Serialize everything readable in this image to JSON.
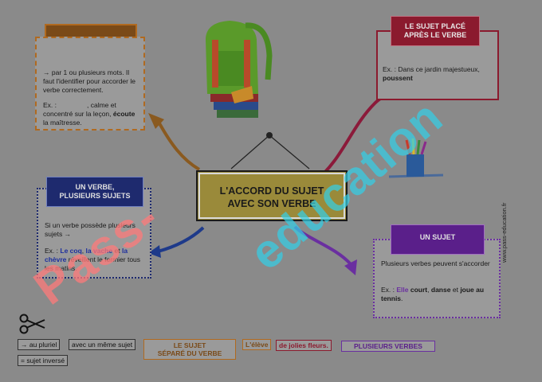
{
  "main_title": {
    "line1": "L'ACCORD DU SUJET",
    "line2": "AVEC SON VERBE"
  },
  "top_left_box": {
    "p1": "→ par 1 ou plusieurs mots. Il faut l'identifier pour accorder le verbe correctement.",
    "p2_start": "Ex. :",
    "p2_mid": ", calme et concentré sur la leçon,",
    "p2_verb": "écoute",
    "p2_end": "la maîtresse."
  },
  "top_right_box": {
    "title_line1": "LE SUJET PLACÉ",
    "title_line2": "APRÈS LE VERBE",
    "ex": "Ex. : Dans ce jardin majestueux,",
    "verb": "poussent"
  },
  "left_box": {
    "title_line1": "UN VERBE,",
    "title_line2": "PLUSIEURS SUJETS",
    "p1": "Si un verbe possède plusieurs sujets →",
    "ex": "Ex. :",
    "s1": "Le coq",
    "sep1": ",",
    "s2": "la vache",
    "sep2": "et",
    "s3": "la chèvre",
    "rest": "réveillent le fermier tous les matins."
  },
  "right_box": {
    "title": "UN SUJET",
    "p1": "Plusieurs verbes peuvent s'accorder",
    "ex": "Ex. :",
    "subject": "Elle",
    "v1": "court",
    "sep": ",",
    "v2": "danse",
    "sep2": "et",
    "v3": "joue",
    "rest": "au tennis",
    "end": "."
  },
  "watermark": {
    "left": "Pass-",
    "right": "education"
  },
  "side_url": "www.pass-education.fr",
  "chips": {
    "au_pluriel": "→ au pluriel",
    "avec_meme_sujet": "avec un même sujet",
    "sujet_inverse": "= sujet inversé",
    "sujet_separe_l1": "LE SUJET",
    "sujet_separe_l2": "SÉPARÉ DU VERBE",
    "leleve": "L'élève",
    "jolies_fleurs": "de jolies fleurs.",
    "plusieurs_verbes": "PLUSIEURS VERBES"
  },
  "colors": {
    "top_left_title": "#7a4a18",
    "top_right_title": "#8b1a2e",
    "left_title": "#1e2a6e",
    "right_title": "#5a1f8a",
    "main_title_bg": "#9a8a3a"
  }
}
